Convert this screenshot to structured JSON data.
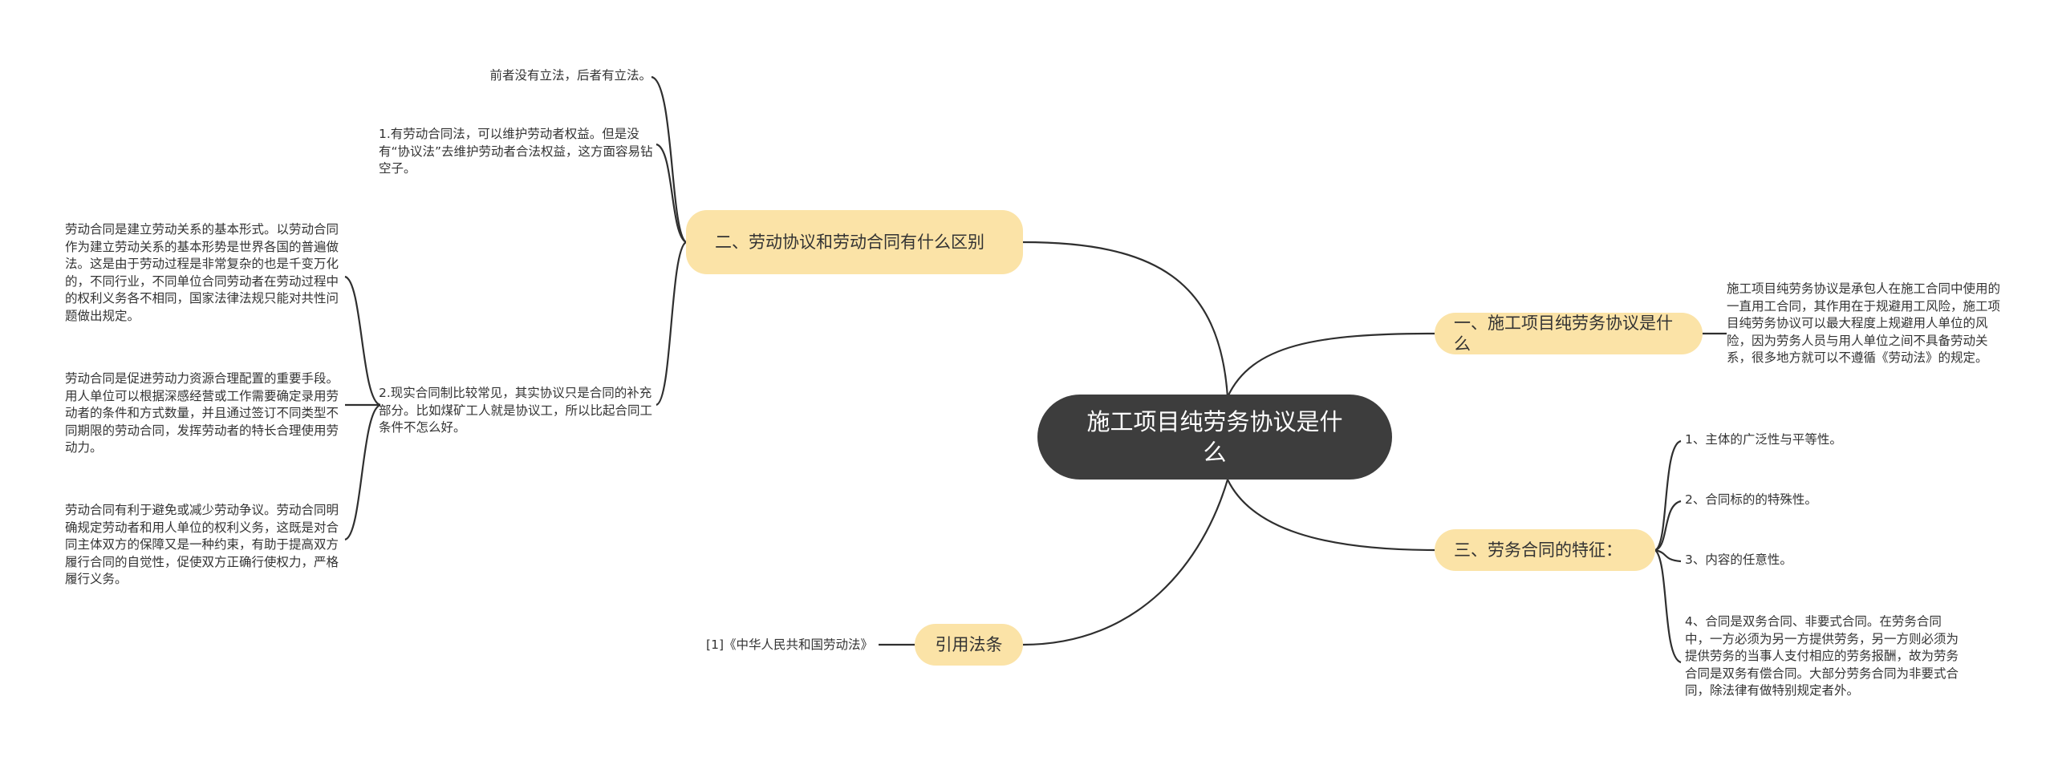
{
  "root": {
    "title": "施工项目纯劳务协议是什么"
  },
  "branches": {
    "b1": {
      "title": "一、施工项目纯劳务协议是什么",
      "detail": "施工项目纯劳务协议是承包人在施工合同中使用的一直用工合同，其作用在于规避用工风险，施工项目纯劳务协议可以最大程度上规避用人单位的风险，因为劳务人员与用人单位之间不具备劳动关系，很多地方就可以不遵循《劳动法》的规定。"
    },
    "b2": {
      "title": "二、劳动协议和劳动合同有什么区别",
      "note1": "前者没有立法，后者有立法。",
      "note2": "1.有劳动合同法，可以维护劳动者权益。但是没有“协议法”去维护劳动者合法权益，这方面容易钻空子。",
      "note3": "2.现实合同制比较常见，其实协议只是合同的补充部分。比如煤矿工人就是协议工，所以比起合同工条件不怎么好。",
      "sub1": "劳动合同是建立劳动关系的基本形式。以劳动合同作为建立劳动关系的基本形势是世界各国的普遍做法。这是由于劳动过程是非常复杂的也是千变万化的，不同行业，不同单位合同劳动者在劳动过程中的权利义务各不相同，国家法律法规只能对共性问题做出规定。",
      "sub2": "劳动合同是促进劳动力资源合理配置的重要手段。用人单位可以根据深感经营或工作需要确定录用劳动者的条件和方式数量，并且通过签订不同类型不同期限的劳动合同，发挥劳动者的特长合理使用劳动力。",
      "sub3": "劳动合同有利于避免或减少劳动争议。劳动合同明确规定劳动者和用人单位的权利义务，这既是对合同主体双方的保障又是一种约束，有助于提高双方履行合同的自觉性，促使双方正确行使权力，严格履行义务。"
    },
    "b3": {
      "title": "三、劳务合同的特征：",
      "items": [
        "1、主体的广泛性与平等性。",
        "2、合同标的的特殊性。",
        "3、内容的任意性。",
        "4、合同是双务合同、非要式合同。在劳务合同中，一方必须为另一方提供劳务，另一方则必须为提供劳务的当事人支付相应的劳务报酬，故为劳务合同是双务有偿合同。大部分劳务合同为非要式合同，除法律有做特别规定者外。"
      ]
    },
    "b4": {
      "title": "引用法条",
      "ref": "[1]《中华人民共和国劳动法》"
    }
  },
  "colors": {
    "root": "#3d3d3d",
    "topic": "#fbe3a7",
    "line": "#2f2f2f"
  }
}
